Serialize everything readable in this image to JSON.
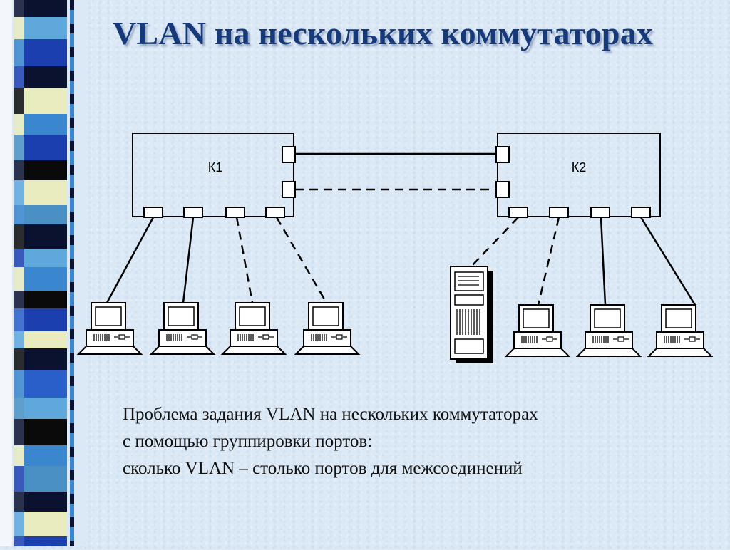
{
  "slide": {
    "title": "VLAN на нескольких коммутаторах",
    "caption_lines": [
      "Проблема задания VLAN на нескольких коммутаторах",
      "с помощью группировки портов:",
      "сколько VLAN – столько портов для межсоединений"
    ]
  },
  "diagram": {
    "switch_1": {
      "label": "К1"
    },
    "switch_2": {
      "label": "К2"
    },
    "link_styles": {
      "vlan_a": "solid",
      "vlan_b": "dashed"
    }
  },
  "colors": {
    "title": "#16397a",
    "background": "#dbe8f5",
    "stripe_palette": [
      "#0b1230",
      "#1c3fb0",
      "#3a86cf",
      "#5fa8dc",
      "#e9ecbf",
      "#0a0a0a",
      "#4a90c4",
      "#2a5ec9"
    ]
  }
}
